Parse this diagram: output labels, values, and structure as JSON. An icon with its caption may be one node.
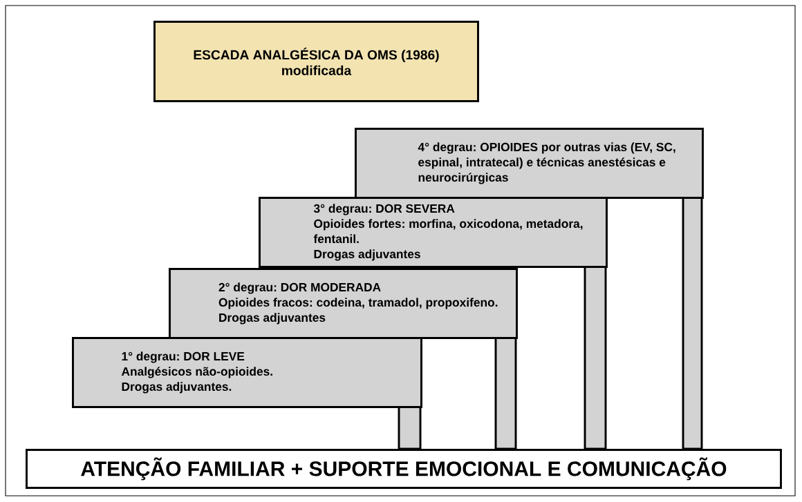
{
  "diagram": {
    "nodes": [
      {
        "text": [
          "ESCADA ANALGÉSICA DA OMS (1986)",
          "modificada"
        ]
      },
      {
        "text": [
          "4° degrau: OPIOIDES por outras vias (EV, SC, espinal, intratecal) e técnicas anestésicas e neurocirúrgicas"
        ]
      },
      {
        "text": [
          "3° degrau: DOR SEVERA",
          "Opioides fortes: morfina, oxicodona, metadora, fentanil.",
          "Drogas adjuvantes"
        ]
      },
      {
        "text": [
          "2° degrau: DOR MODERADA",
          "Opioides fracos: codeina, tramadol, propoxifeno.",
          "Drogas adjuvantes"
        ]
      },
      {
        "text": [
          "1° degrau: DOR LEVE",
          "Analgésicos não-opioides.",
          "Drogas adjuvantes."
        ]
      },
      {
        "text": [
          "ATENÇÃO FAMILIAR + SUPORTE EMOCIONAL E COMUNICAÇÃO"
        ]
      }
    ]
  }
}
